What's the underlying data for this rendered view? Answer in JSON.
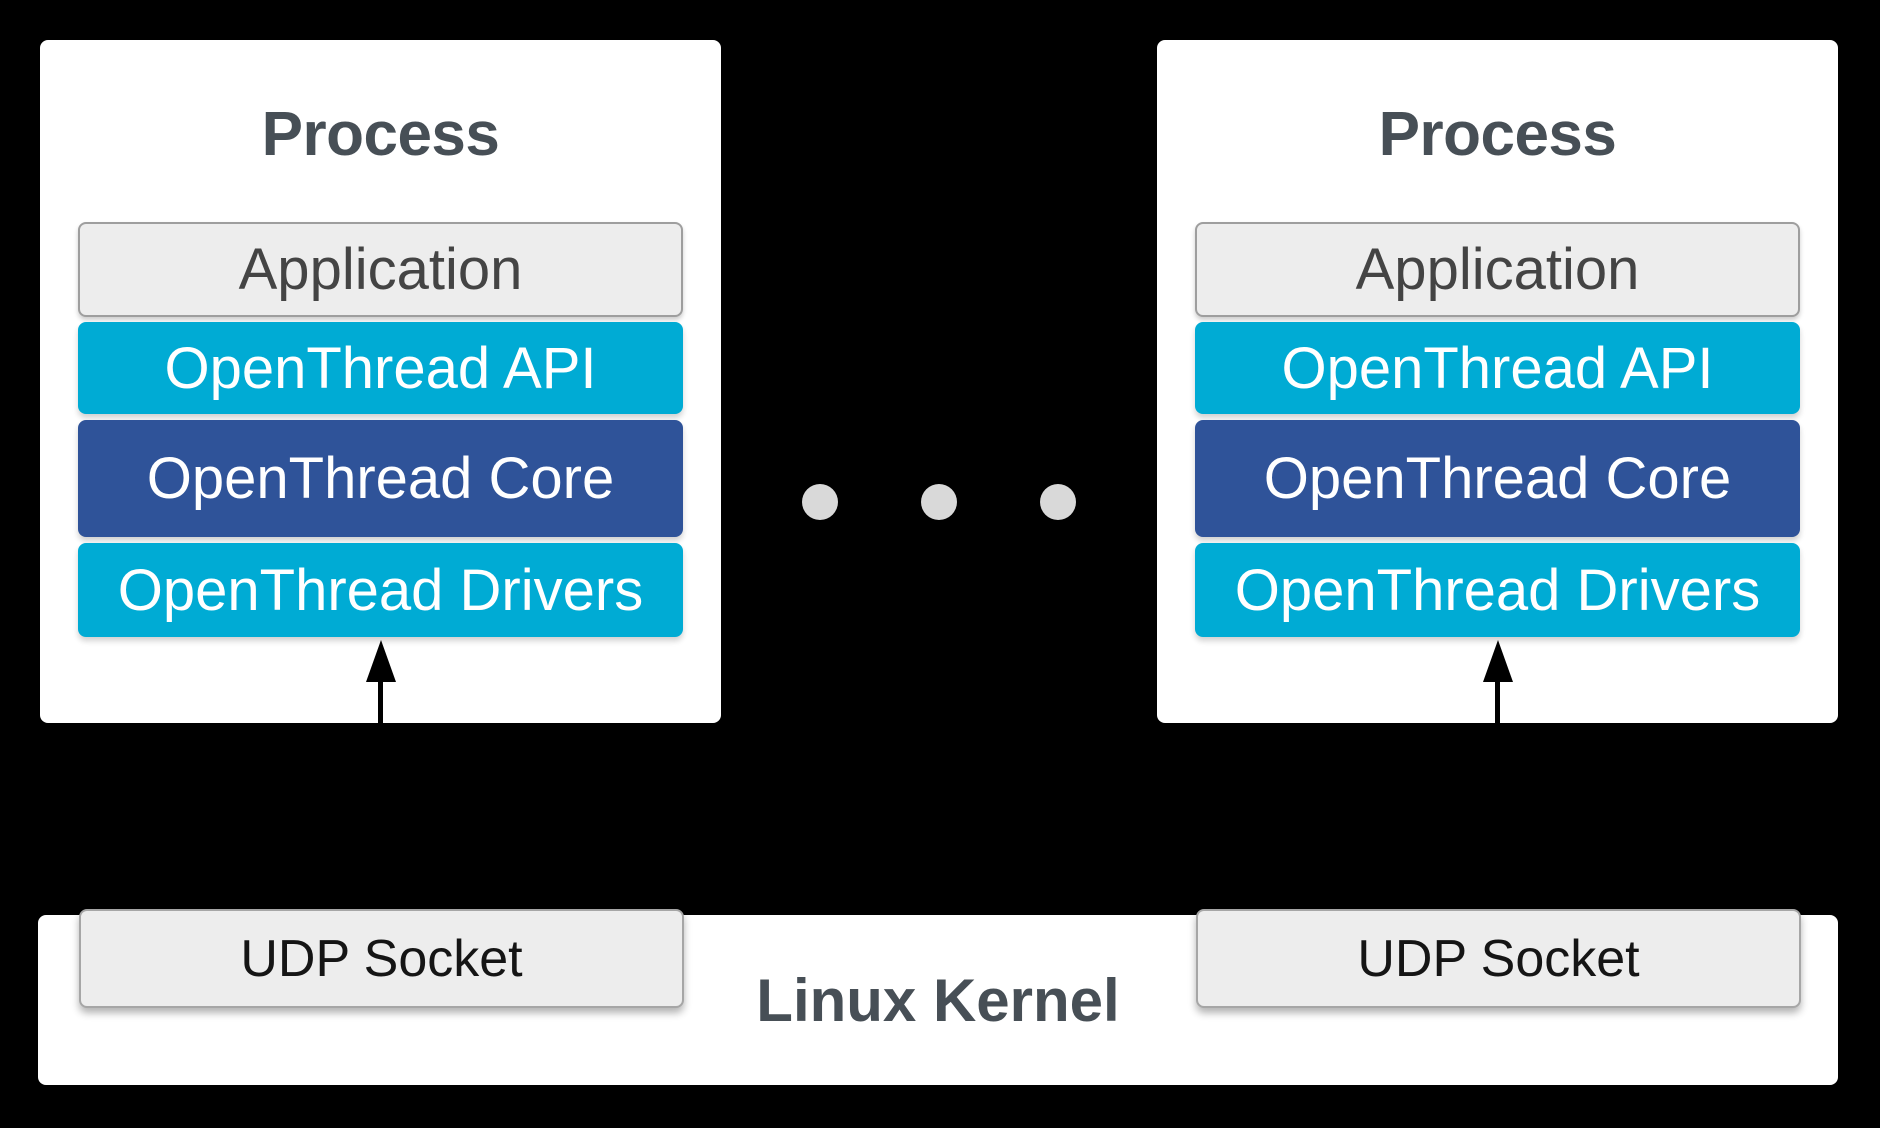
{
  "colors": {
    "canvas-bg": "#000000",
    "box-bg": "#FFFFFF",
    "cyan": "#00ABD4",
    "blue": "#2F5399",
    "plain-bg": "#EDEDED",
    "plain-border": "#9E9E9E",
    "udp-border": "#A6A6A6",
    "title-text": "#474F56",
    "kernel-text": "#474F56",
    "plain-text": "#444444",
    "udp-text": "#151515",
    "dot": "#D9D9D9",
    "arrow": "#000000"
  },
  "processes": [
    {
      "title": "Process",
      "layers": [
        {
          "label": "Application",
          "style": "plain"
        },
        {
          "label": "OpenThread API",
          "style": "cyan"
        },
        {
          "label": "OpenThread Core",
          "style": "blue"
        },
        {
          "label": "OpenThread Drivers",
          "style": "cyan"
        }
      ],
      "arrow": "up"
    },
    {
      "title": "Process",
      "layers": [
        {
          "label": "Application",
          "style": "plain"
        },
        {
          "label": "OpenThread API",
          "style": "cyan"
        },
        {
          "label": "OpenThread Core",
          "style": "blue"
        },
        {
          "label": "OpenThread Drivers",
          "style": "cyan"
        }
      ],
      "arrow": "up"
    }
  ],
  "ellipsis": {
    "dots": 3
  },
  "kernel": {
    "title": "Linux Kernel",
    "sockets": [
      {
        "label": "UDP Socket"
      },
      {
        "label": "UDP Socket"
      }
    ]
  }
}
